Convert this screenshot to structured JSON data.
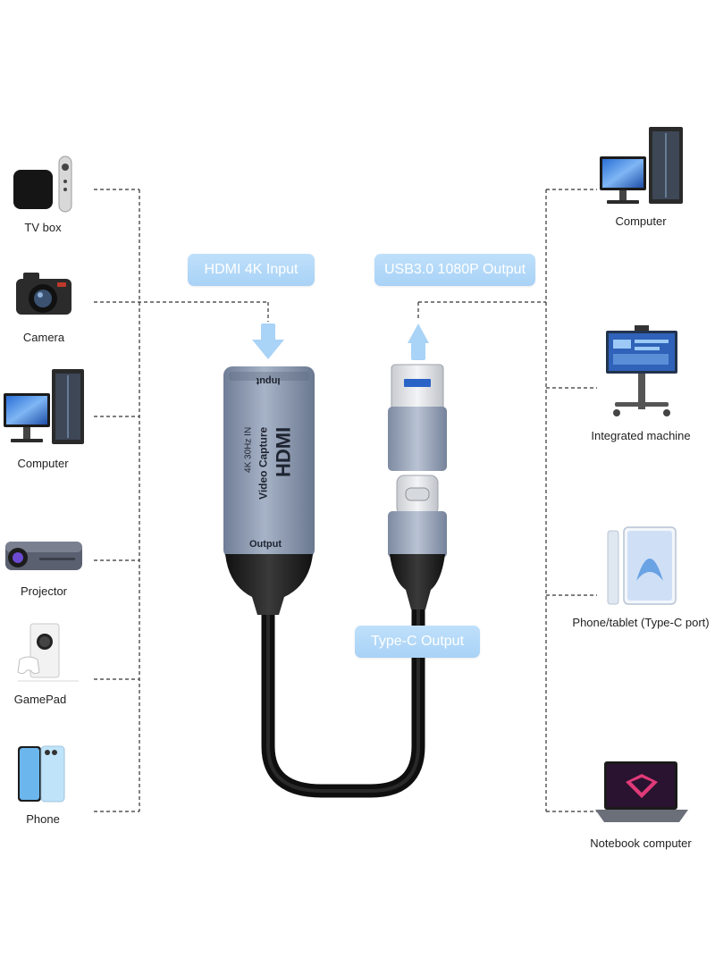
{
  "left_devices": [
    {
      "label": "TV box",
      "icon": "tv-box-icon"
    },
    {
      "label": "Camera",
      "icon": "camera-icon"
    },
    {
      "label": "Computer",
      "icon": "desktop-computer-icon"
    },
    {
      "label": "Projector",
      "icon": "projector-icon"
    },
    {
      "label": "GamePad",
      "icon": "game-console-icon"
    },
    {
      "label": "Phone",
      "icon": "phone-icon"
    }
  ],
  "right_devices": [
    {
      "label": "Computer",
      "icon": "desktop-computer-icon"
    },
    {
      "label": "Integrated machine",
      "icon": "interactive-display-icon"
    },
    {
      "label": "Phone/tablet (Type-C port)",
      "icon": "tablet-icon"
    },
    {
      "label": "Notebook computer",
      "icon": "laptop-icon"
    }
  ],
  "callouts": {
    "hdmi_input": "HDMI 4K Input",
    "usb_output": "USB3.0 1080P Output",
    "typec_output": "Type-C Output"
  },
  "device": {
    "brand": "HDMI",
    "product": "Video Capture",
    "spec": "4K 30Hz IN",
    "input_label": "Input",
    "output_label": "Output"
  },
  "colors": {
    "callout_bg": "#b3d8f8",
    "arrow": "#a9d3f7",
    "housing": "#8e9bb2",
    "cable": "#1c1c1c",
    "dashed_line": "#333333"
  }
}
